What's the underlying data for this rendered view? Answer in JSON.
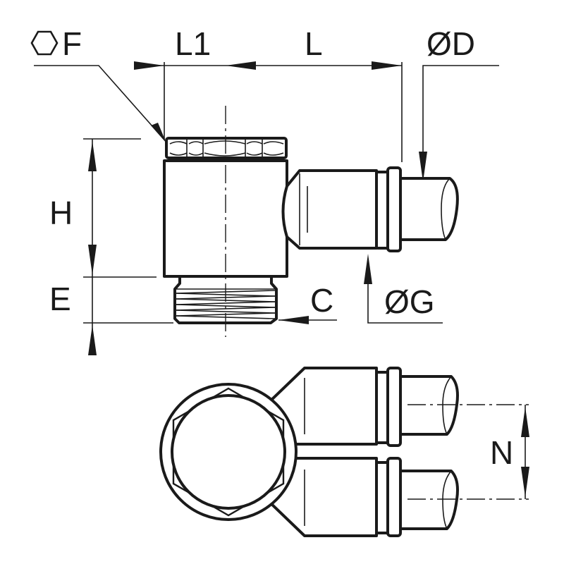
{
  "labels": {
    "f": "F",
    "l1": "L1",
    "l": "L",
    "d": "ØD",
    "h": "H",
    "e": "E",
    "c": "C",
    "g": "ØG",
    "n": "N"
  },
  "icons": {
    "f": "hexagon-icon"
  }
}
